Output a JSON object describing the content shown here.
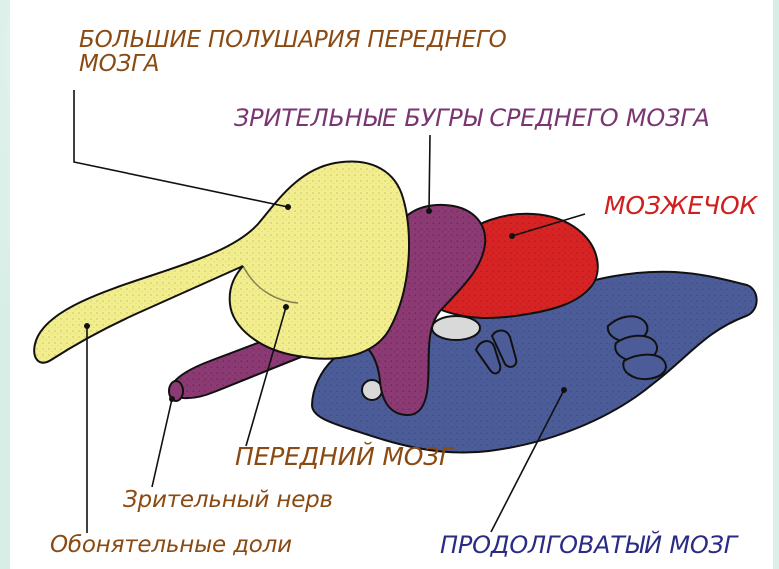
{
  "labels": {
    "cerebral_hemispheres": "БОЛЬШИЕ ПОЛУШАРИЯ ПЕРЕДНЕГО\nМОЗГА",
    "optic_lobes": "ЗРИТЕЛЬНЫЕ БУГРЫ СРЕДНЕГО МОЗГА",
    "cerebellum": "МОЗЖЕЧОК",
    "forebrain": "ПЕРЕДНИЙ МОЗГ",
    "optic_nerve": "Зрительный нерв",
    "olfactory_lobes": "Обонятельные доли",
    "medulla": "ПРОДОЛГОВАТЫЙ МОЗГ"
  },
  "colors": {
    "cerebral_hemispheres": "#f2ee8e",
    "optic_lobes": "#8b3a73",
    "cerebellum": "#d62323",
    "medulla": "#4b5c98",
    "outline": "#111111",
    "label_brown": "#8a4a12",
    "label_purple": "#7a3673",
    "label_red": "#d11f1f",
    "label_navy": "#2a2b84"
  }
}
